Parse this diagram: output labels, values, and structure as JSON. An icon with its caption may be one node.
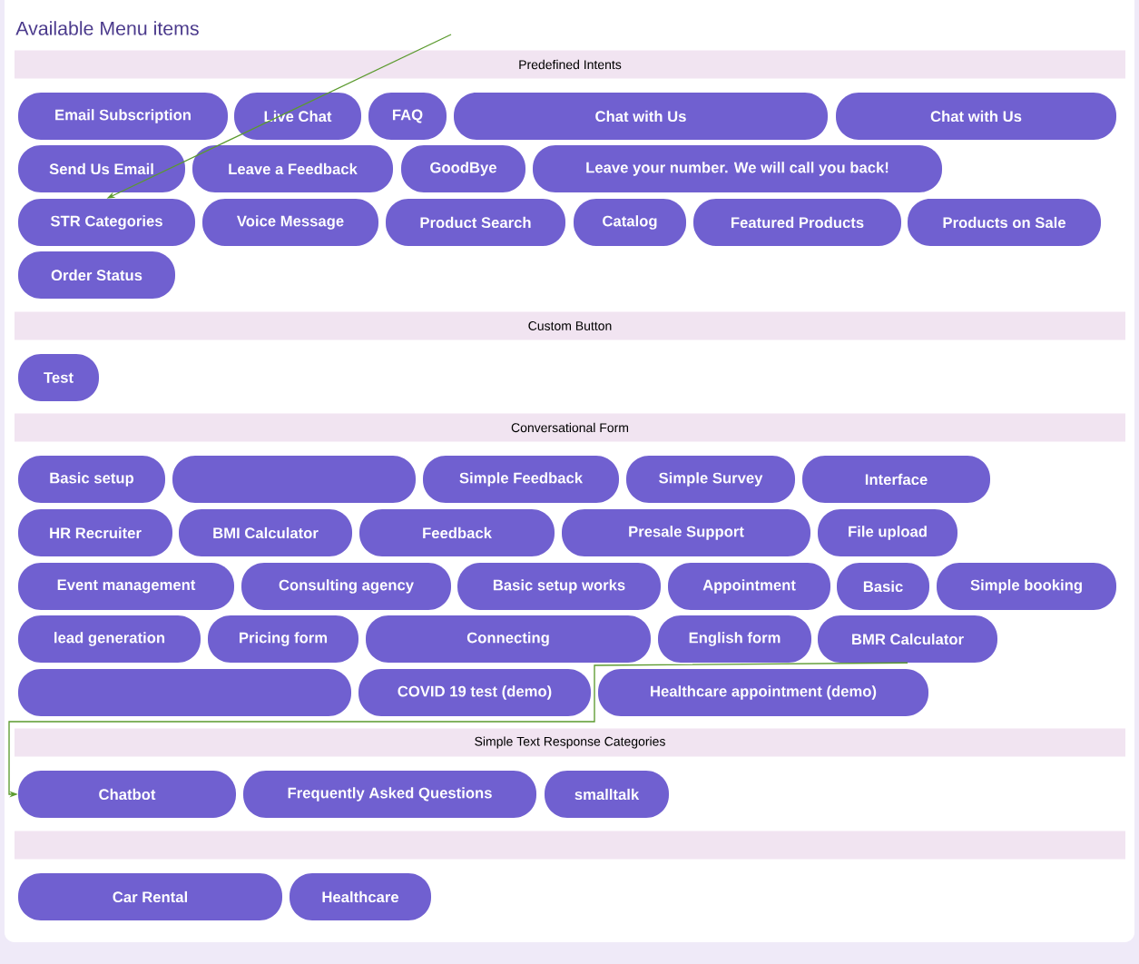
{
  "diagram": {
    "title": "Available Menu items",
    "nodes": [
      {
        "text": [
          "Predefined Intents"
        ]
      },
      {
        "text": [
          "Email Subscription"
        ]
      },
      {
        "text": [
          "Live Chat"
        ]
      },
      {
        "text": [
          "FAQ"
        ]
      },
      {
        "text": [
          "Chat with Us"
        ]
      },
      {
        "text": [
          "Chat with Us"
        ]
      },
      {
        "text": [
          "Send Us Email"
        ]
      },
      {
        "text": [
          "Leave a Feedback"
        ]
      },
      {
        "text": [
          "GoodBye"
        ]
      },
      {
        "text": [
          "Leave your number. We will call you back!"
        ]
      },
      {
        "text": [
          "STR Categories"
        ]
      },
      {
        "text": [
          "Voice Message"
        ]
      },
      {
        "text": [
          "Product Search"
        ]
      },
      {
        "text": [
          "Catalog"
        ]
      },
      {
        "text": [
          "Featured Products"
        ]
      },
      {
        "text": [
          "Products on Sale"
        ]
      },
      {
        "text": [
          "Order Status"
        ]
      },
      {
        "text": [
          "Custom Button"
        ]
      },
      {
        "text": [
          "Test"
        ]
      },
      {
        "text": [
          "Conversational Form"
        ]
      },
      {
        "text": [
          "Basic setup"
        ]
      },
      {
        "text": [],
        "shape": "box"
      },
      {
        "text": [
          "Simple Feedback"
        ]
      },
      {
        "text": [
          "Simple Survey"
        ]
      },
      {
        "text": [
          "Interface"
        ]
      },
      {
        "text": [
          "HR Recruiter"
        ]
      },
      {
        "text": [
          "BMI Calculator"
        ]
      },
      {
        "text": [
          "Feedback"
        ]
      },
      {
        "text": [
          "Presale Support"
        ]
      },
      {
        "text": [
          "File upload"
        ]
      },
      {
        "text": [
          "Event management"
        ]
      },
      {
        "text": [
          "Consulting agency"
        ]
      },
      {
        "text": [
          "Basic setup works"
        ]
      },
      {
        "text": [
          "Appointment"
        ]
      },
      {
        "text": [
          "Basic"
        ]
      },
      {
        "text": [
          "Simple booking"
        ]
      },
      {
        "text": [
          "lead generation"
        ]
      },
      {
        "text": [
          "Pricing form"
        ]
      },
      {
        "text": [
          "Connecting"
        ]
      },
      {
        "text": [
          "English form"
        ]
      },
      {
        "text": [
          "BMR Calculator"
        ]
      },
      {
        "text": [],
        "shape": "box"
      },
      {
        "text": [
          "COVID 19 test (demo)"
        ]
      },
      {
        "text": [
          "Healthcare appointment (demo)"
        ]
      },
      {
        "text": [
          "Simple Text Response Categories"
        ]
      },
      {
        "text": [
          "Chatbot"
        ]
      },
      {
        "text": [
          "Frequently Asked Questions"
        ]
      },
      {
        "text": [
          "smalltalk"
        ]
      },
      {
        "text": [],
        "shape": "bar"
      },
      {
        "text": [
          "Car Rental"
        ]
      },
      {
        "text": [
          "Healthcare"
        ]
      }
    ],
    "edges": [
      {
        "from": null,
        "to": 10,
        "arrow": "to",
        "color": "#5b9a2e"
      },
      {
        "from": 40,
        "to": 45,
        "arrow": "to",
        "color": "#5b9a2e"
      }
    ]
  }
}
